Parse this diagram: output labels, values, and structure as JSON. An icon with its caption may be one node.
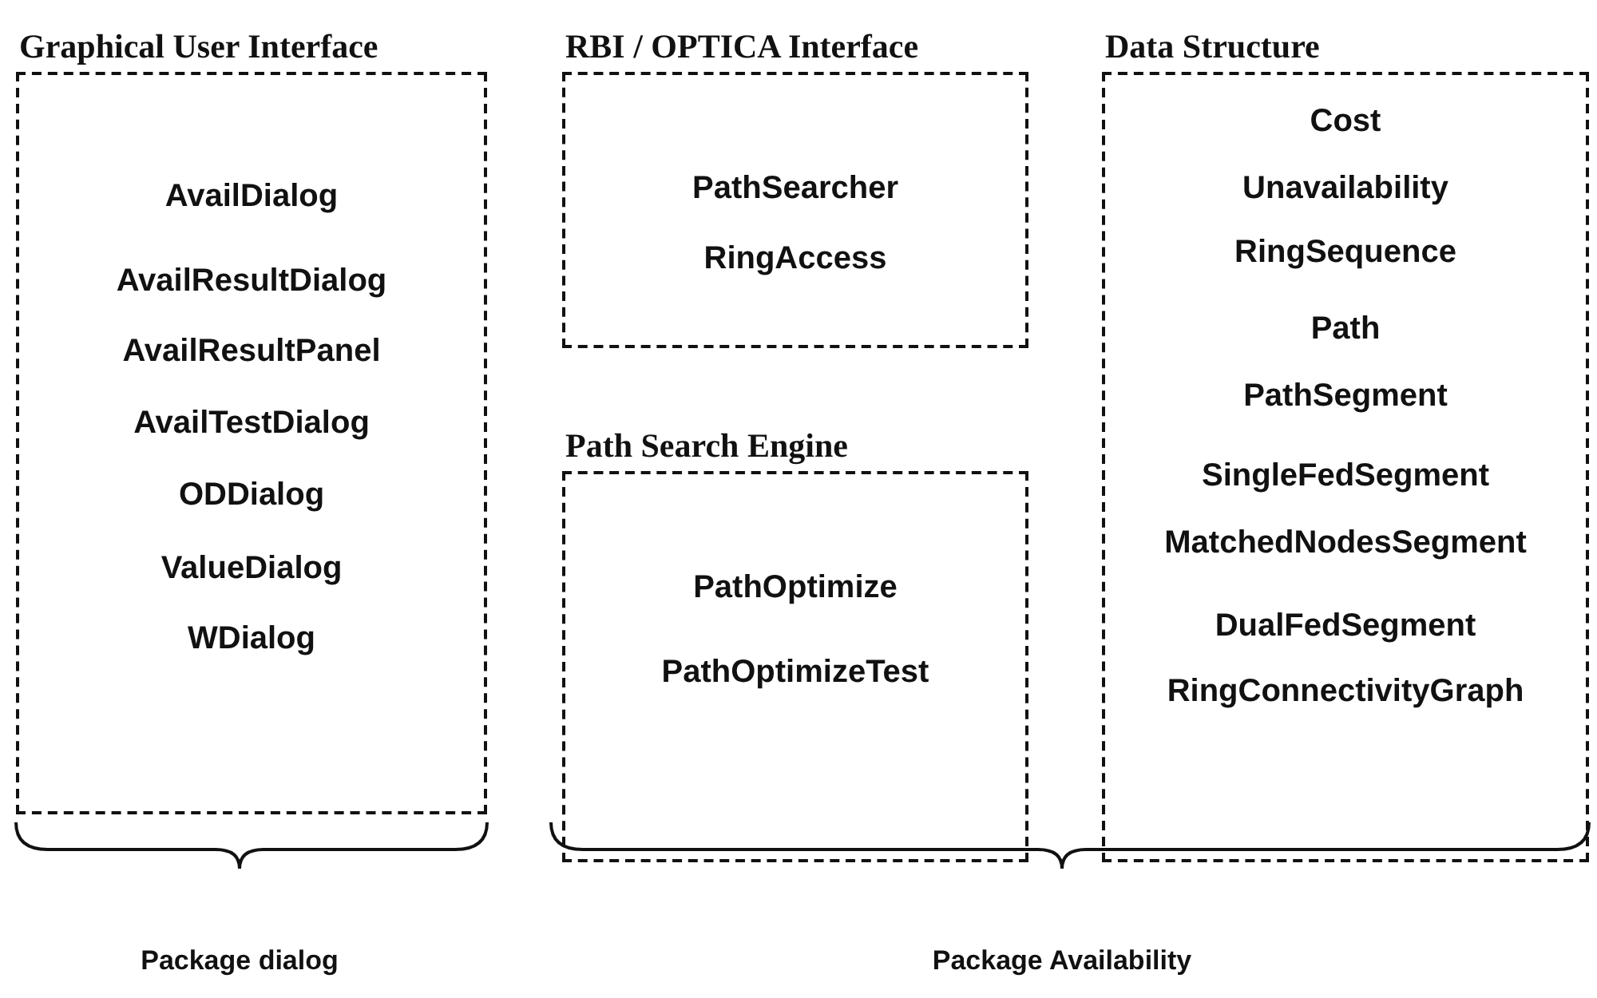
{
  "diagram": {
    "nodes": [
      {
        "text": [
          "Graphical User Interface",
          "AvailDialog",
          "AvailResultDialog",
          "AvailResultPanel",
          "AvailTestDialog",
          "ODDialog",
          "ValueDialog",
          "WDialog"
        ]
      },
      {
        "text": [
          "RBI / OPTICA Interface",
          "PathSearcher",
          "RingAccess"
        ]
      },
      {
        "text": [
          "Path Search Engine",
          "PathOptimize",
          "PathOptimizeTest"
        ]
      },
      {
        "text": [
          "Data Structure",
          "Cost",
          "Unavailability",
          "RingSequence",
          "Path",
          "PathSegment",
          "SingleFedSegment",
          "MatchedNodesSegment",
          "DualFedSegment",
          "RingConnectivityGraph"
        ]
      }
    ],
    "labels": [
      "Package dialog",
      "Package Availability"
    ]
  }
}
